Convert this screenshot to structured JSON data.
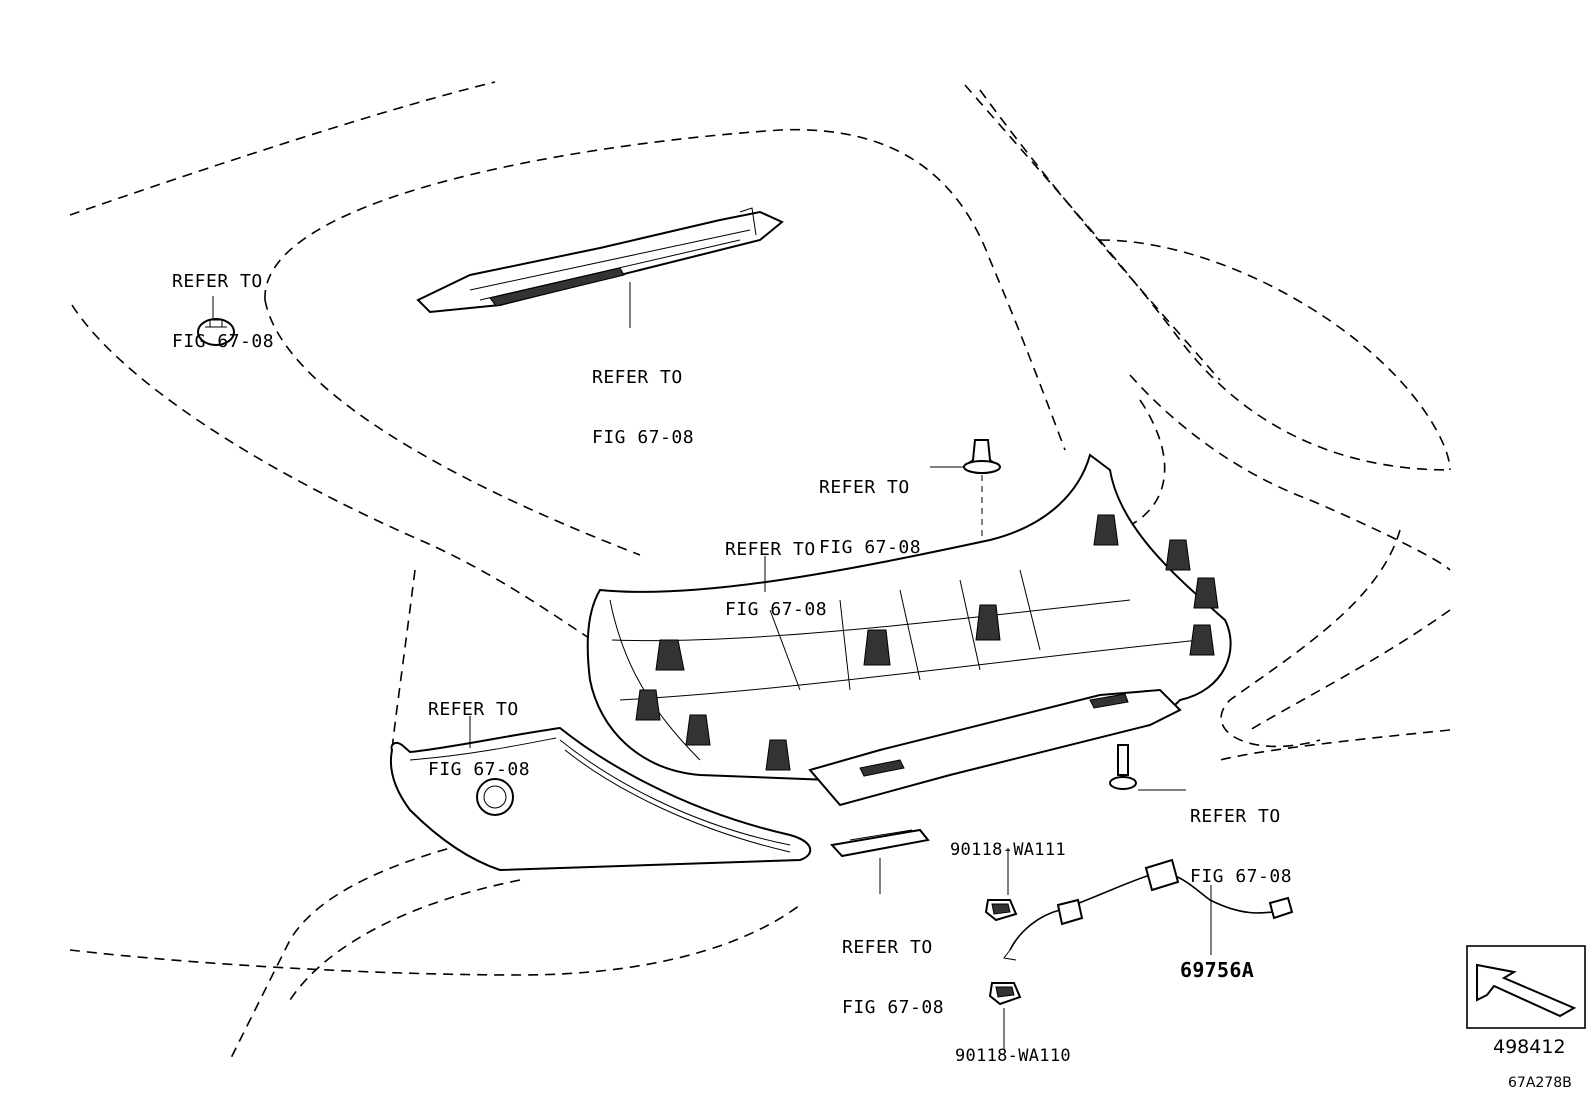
{
  "refer_labels": [
    {
      "line1": "REFER TO",
      "line2": "FIG 67-08"
    },
    {
      "line1": "REFER TO",
      "line2": "FIG 67-08"
    },
    {
      "line1": "REFER TO",
      "line2": "FIG 67-08"
    },
    {
      "line1": "REFER TO",
      "line2": "FIG 67-08"
    },
    {
      "line1": "REFER TO",
      "line2": "FIG 67-08"
    },
    {
      "line1": "REFER TO",
      "line2": "FIG 67-08"
    },
    {
      "line1": "REFER TO",
      "line2": "FIG 67-08"
    }
  ],
  "parts": {
    "bulb_upper": "90118-WA111",
    "bulb_lower": "90118-WA110",
    "harness": "69756A"
  },
  "footer": {
    "page_code": "498412",
    "figure_code": "67A278B"
  }
}
